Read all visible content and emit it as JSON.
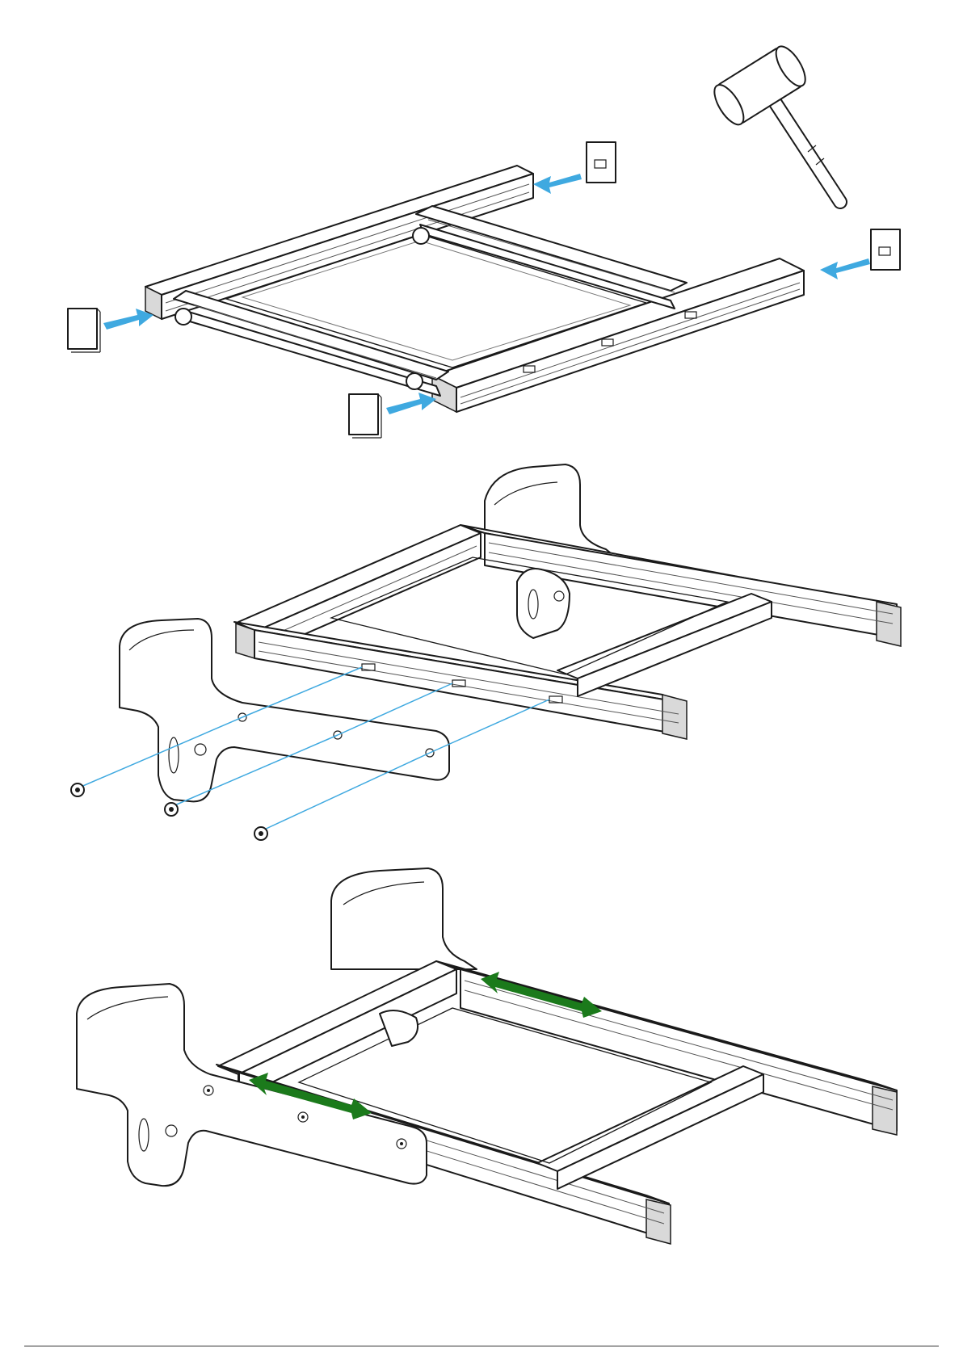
{
  "diagram": {
    "steps": [
      {
        "id": 1,
        "description_shown": ""
      },
      {
        "id": 2,
        "description_shown": ""
      },
      {
        "id": 3,
        "description_shown": ""
      }
    ],
    "colors": {
      "insert_arrow": "#3fa9e0",
      "slide_arrow": "#1b7a1b",
      "line": "#1a1a1a",
      "fill": "#ffffff",
      "shade": "#d9d9d9"
    },
    "icons": {
      "tool": "rubber-mallet-icon",
      "cap": "end-cap-icon",
      "screw": "hex-screw-icon"
    }
  },
  "footer": {
    "page_number": ""
  }
}
